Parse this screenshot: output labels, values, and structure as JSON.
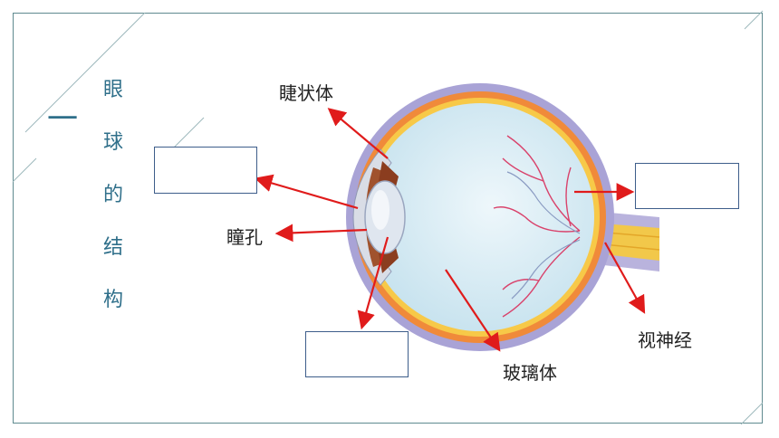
{
  "slide": {
    "section_number": "一",
    "section_title_chars": [
      "眼",
      "球",
      "的",
      "结",
      "构"
    ]
  },
  "labels": {
    "ciliary_body": "睫状体",
    "pupil": "瞳孔",
    "vitreous_body": "玻璃体",
    "optic_nerve": "视神经"
  },
  "blank_boxes": [
    "left-upper-blank",
    "bottom-blank",
    "right-blank"
  ],
  "colors": {
    "frame": "#5f8a8f",
    "title": "#2f6f8a",
    "arrow": "#e01b1b",
    "box_border": "#3d5d8a"
  }
}
